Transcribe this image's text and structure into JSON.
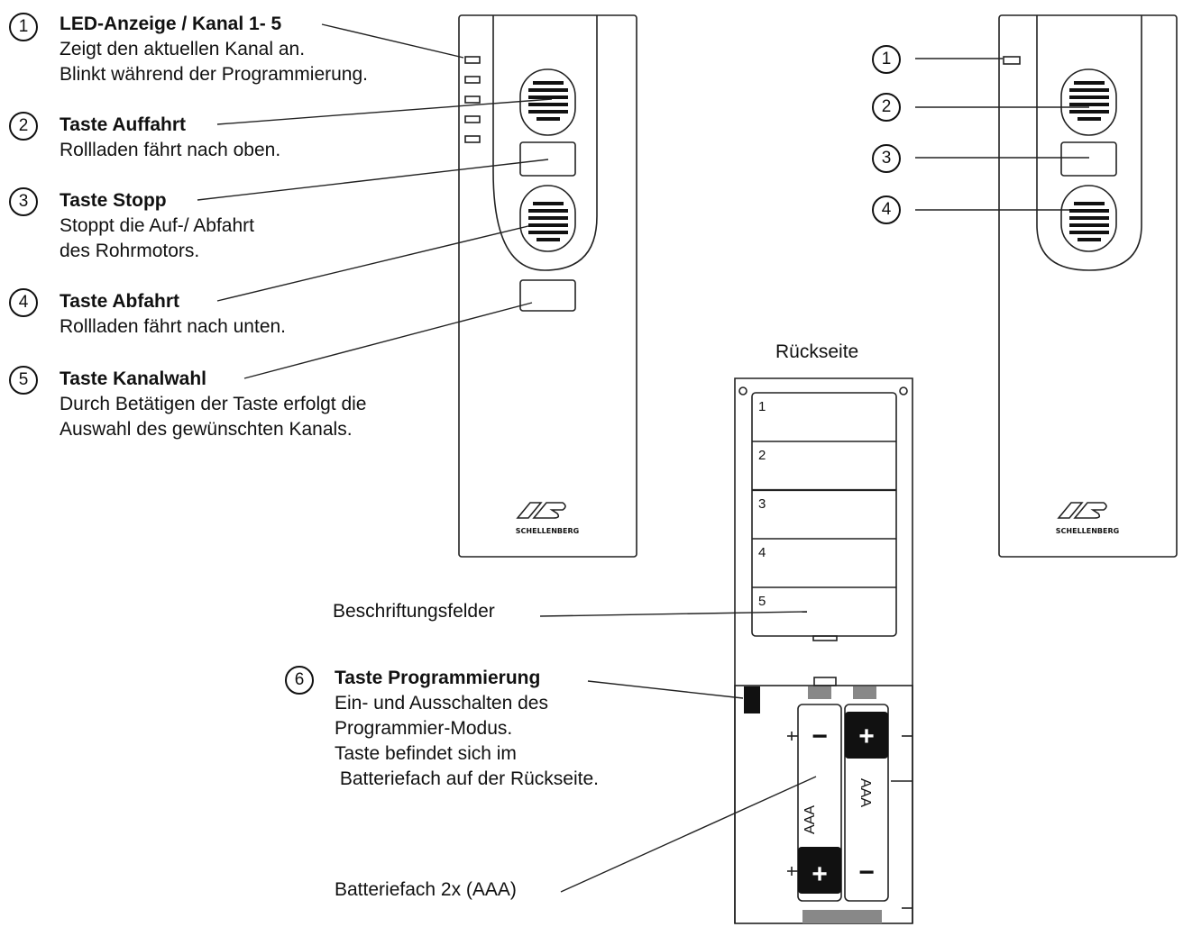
{
  "items": [
    {
      "num": "1",
      "title": "LED-Anzeige / Kanal 1- 5",
      "desc": [
        "Zeigt den aktuellen Kanal an.",
        "Blinkt während der Programmierung."
      ]
    },
    {
      "num": "2",
      "title": "Taste Auffahrt",
      "desc": [
        "Rollladen fährt nach oben."
      ]
    },
    {
      "num": "3",
      "title": "Taste Stopp",
      "desc": [
        "Stoppt die Auf-/ Abfahrt",
        "des Rohrmotors."
      ]
    },
    {
      "num": "4",
      "title": "Taste Abfahrt",
      "desc": [
        "Rollladen fährt nach unten."
      ]
    },
    {
      "num": "5",
      "title": "Taste Kanalwahl",
      "desc": [
        "Durch Betätigen der Taste erfolgt die",
        "Auswahl des gewünschten Kanals."
      ]
    },
    {
      "num": "6",
      "title": "Taste Programmierung",
      "desc": [
        "Ein- und Ausschalten des",
        "Programmier-Modus.",
        "Taste befindet sich im",
        " Batteriefach auf der Rückseite."
      ]
    }
  ],
  "right_numbers": [
    "1",
    "2",
    "3",
    "4"
  ],
  "back_label": "Rückseite",
  "label_fields_caption": "Beschriftungsfelder",
  "battery_caption": "Batteriefach 2x (AAA)",
  "label_field_numbers": [
    "1",
    "2",
    "3",
    "4",
    "5"
  ],
  "battery_type": "AAA",
  "plus_sign": "+",
  "minus_sign": "−",
  "brand": "SCHELLENBERG"
}
